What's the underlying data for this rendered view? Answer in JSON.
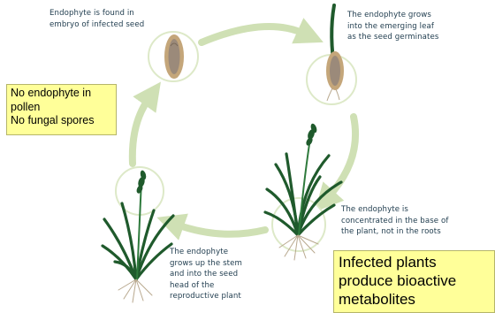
{
  "captions": {
    "seed": "Endophyte is found in\nembryo of infected seed",
    "germination": "The endophyte grows\ninto the emerging leaf\nas the seed germinates",
    "base": "The endophyte is\nconcentrated in the base of\nthe plant, not in the roots",
    "stem": "The endophyte\ngrows up the stem\nand into the seed\nhead of the\nreproductive plant"
  },
  "notes": {
    "pollen": "No endophyte in\npollen\nNo fungal spores",
    "metabolites": "Infected plants\nproduce bioactive\nmetabolites"
  },
  "colors": {
    "cycle_ring": "#cfe0b4",
    "node_border": "#dde9c8",
    "grass": "#1f5a2c",
    "grass_light": "#2e7a3c",
    "seed_outer": "#c4a67a",
    "seed_inner": "#9b8a7a",
    "root": "#b9a98f",
    "note_bg": "#ffff99",
    "caption_text": "#1e3b4d"
  }
}
